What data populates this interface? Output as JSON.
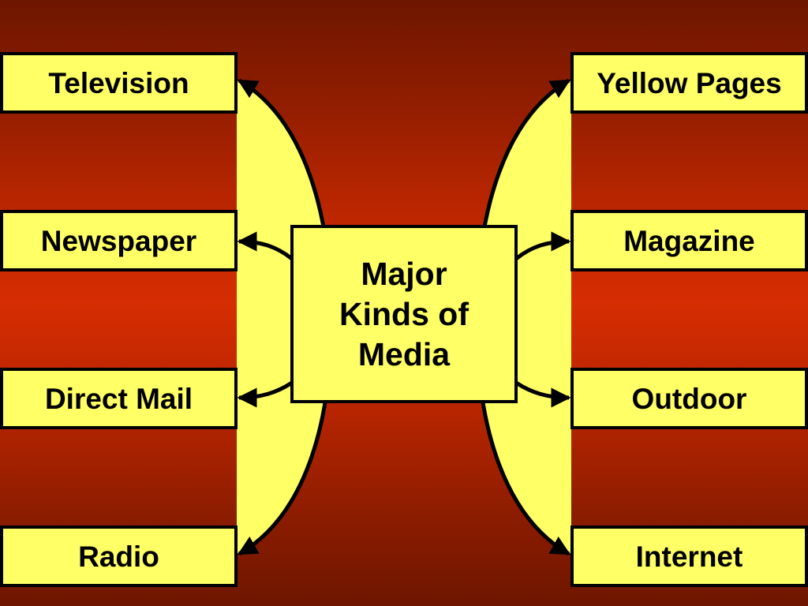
{
  "slide": {
    "colors": {
      "background_center": "#d62d02",
      "background_edge": "#6e1600",
      "box_fill": "#ffff66",
      "outline": "#000000"
    },
    "center": {
      "lines": [
        "Major",
        "Kinds of",
        "Media"
      ]
    },
    "left_items": [
      {
        "label": "Television"
      },
      {
        "label": "Newspaper"
      },
      {
        "label": "Direct Mail"
      },
      {
        "label": "Radio"
      }
    ],
    "right_items": [
      {
        "label": "Yellow Pages"
      },
      {
        "label": "Magazine"
      },
      {
        "label": "Outdoor"
      },
      {
        "label": "Internet"
      }
    ]
  }
}
